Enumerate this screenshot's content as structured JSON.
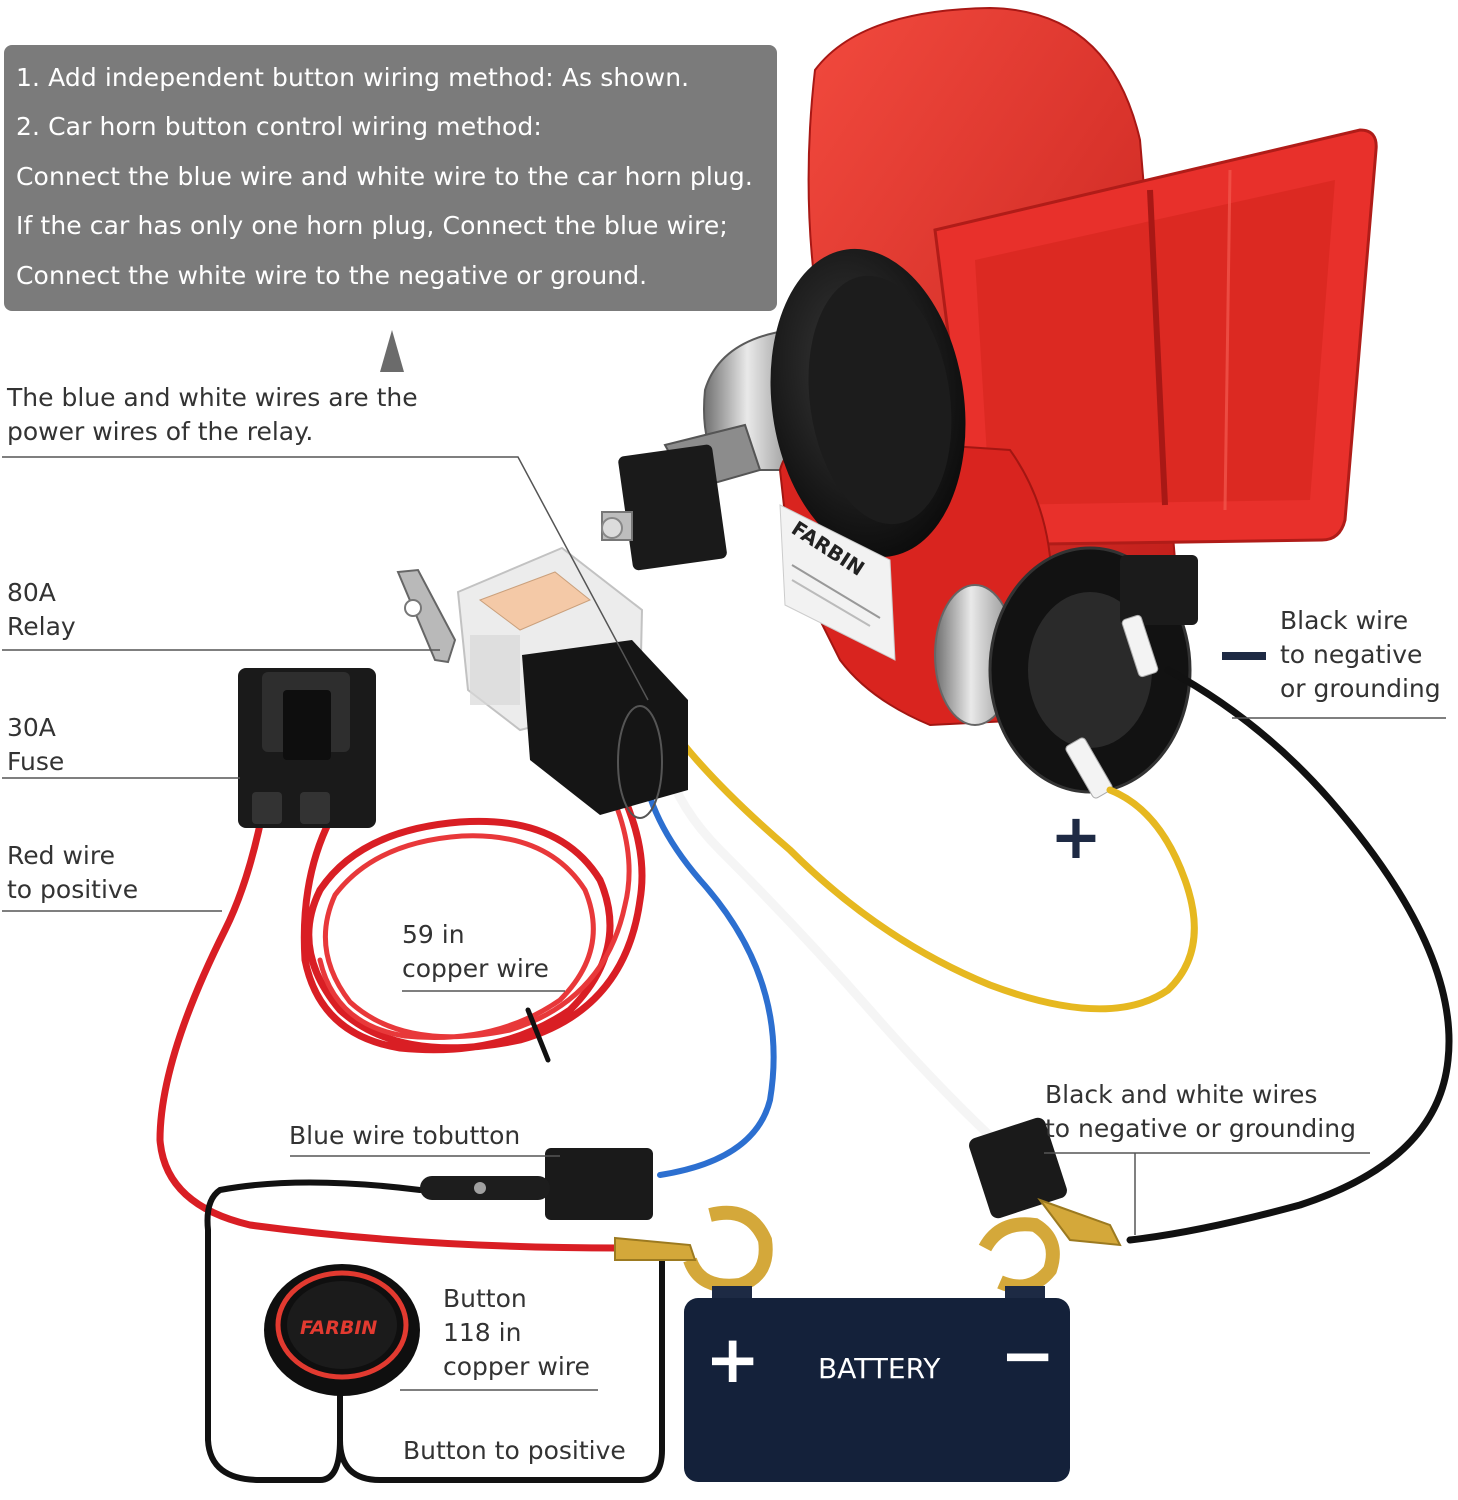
{
  "instructions": {
    "line1": "1.  Add independent button wiring method: As shown.",
    "line2": "2.  Car horn button control wiring method:",
    "line3": "Connect the blue wire and white wire to the car horn plug.",
    "line4": "If the car has only one horn plug, Connect the blue wire;",
    "line5": "Connect the white wire to the negative or ground."
  },
  "labels": {
    "power_wires": {
      "line1": "The blue and white wires are the",
      "line2": "power wires of the relay."
    },
    "relay": {
      "line1": "80A",
      "line2": "Relay"
    },
    "fuse": {
      "line1": "30A",
      "line2": "Fuse"
    },
    "red_wire": {
      "line1": "Red wire",
      "line2": "to positive"
    },
    "copper_59": {
      "line1": "59 in",
      "line2": "copper wire"
    },
    "black_wire": {
      "line1": "Black wire",
      "line2": "to negative",
      "line3": "or grounding"
    },
    "black_white": {
      "line1": "Black and white wires",
      "line2": "to negative or grounding"
    },
    "blue_button": "Blue wire tobutton",
    "button": {
      "line1": "Button",
      "line2": "118 in",
      "line3": "copper wire"
    },
    "button_positive": "Button to positive"
  },
  "brand": {
    "horn_logo": "FARBIN",
    "button_logo": "FARBIN"
  },
  "battery": {
    "label": "BATTERY",
    "plus": "+",
    "minus": "−"
  },
  "terminal": {
    "plus": "+"
  },
  "colors": {
    "info_box": "#7b7b7b",
    "horn_red": "#e8302b",
    "wire_red": "#d91e24",
    "wire_blue": "#2c6fd0",
    "wire_yellow": "#e6b820",
    "wire_black": "#111111",
    "battery_navy": "#14213a",
    "terminal_gold": "#d4a83a"
  }
}
